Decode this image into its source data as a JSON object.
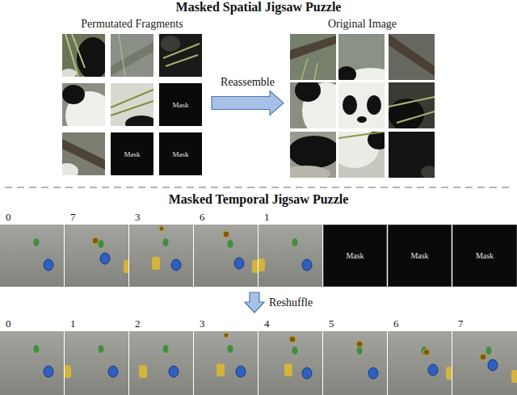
{
  "diagram": {
    "title": "Masked Spatial Jigsaw Puzzle",
    "nodes": [
      {
        "text": [
          "Permutated Fragments"
        ]
      },
      {
        "text": [
          "Mask"
        ],
        "in": 0
      },
      {
        "text": [
          "Mask"
        ],
        "in": 0
      },
      {
        "text": [
          "Mask"
        ],
        "in": 0
      },
      {
        "text": [
          "Original Image"
        ]
      },
      {
        "text": [
          "0"
        ]
      },
      {
        "text": [
          "7"
        ]
      },
      {
        "text": [
          "3"
        ]
      },
      {
        "text": [
          "6"
        ]
      },
      {
        "text": [
          "1"
        ]
      },
      {
        "text": [
          "Mask"
        ]
      },
      {
        "text": [
          "Mask"
        ]
      },
      {
        "text": [
          "Mask"
        ]
      },
      {
        "text": [
          "0"
        ]
      },
      {
        "text": [
          "1"
        ]
      },
      {
        "text": [
          "2"
        ]
      },
      {
        "text": [
          "3"
        ]
      },
      {
        "text": [
          "4"
        ]
      },
      {
        "text": [
          "5"
        ]
      },
      {
        "text": [
          "6"
        ]
      },
      {
        "text": [
          "7"
        ]
      }
    ],
    "edges": [
      {
        "from": 0,
        "to": 4,
        "arrow": "to",
        "label": "Reassemble"
      }
    ],
    "labels": [
      "Masked Temporal Jigsaw Puzzle",
      "Reshuffle"
    ]
  }
}
